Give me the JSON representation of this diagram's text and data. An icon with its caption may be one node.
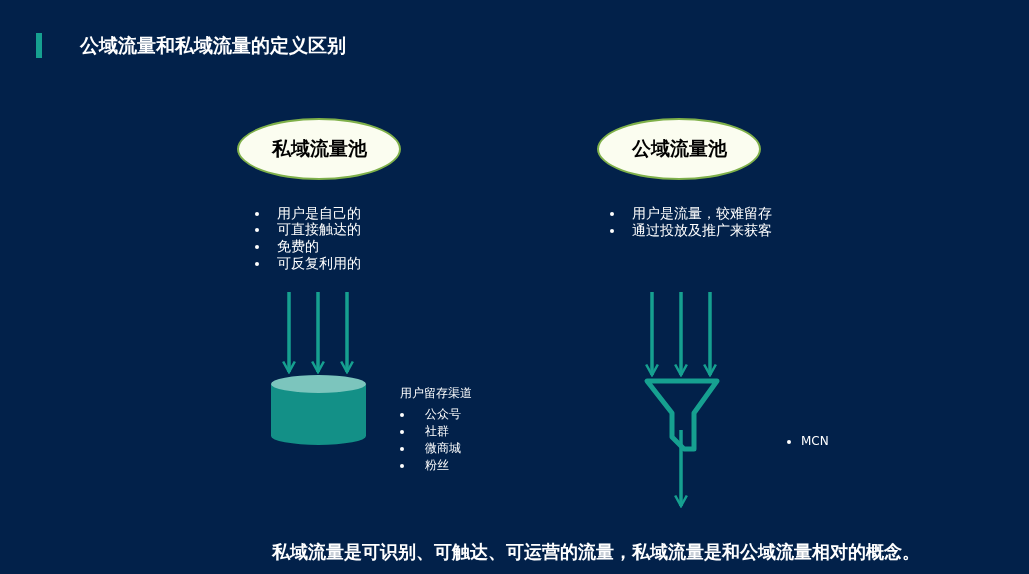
{
  "diagram": {
    "title": "公域流量和私域流量的定义区别",
    "caption": "私域流量是可识别、可触达、可运营的流量，私域流量是和公域流量相对的概念。",
    "nodes": [
      {
        "text": [
          "私域流量池"
        ]
      },
      {
        "text": [
          "公域流量池"
        ]
      },
      {
        "text": [],
        "shape": "cylinder"
      },
      {
        "text": [],
        "shape": "funnel"
      }
    ],
    "edges": [
      {
        "from": null,
        "to": 2,
        "arrow": "to"
      },
      {
        "from": null,
        "to": 2,
        "arrow": "to"
      },
      {
        "from": null,
        "to": 2,
        "arrow": "to"
      },
      {
        "from": null,
        "to": 3,
        "arrow": "to"
      },
      {
        "from": null,
        "to": 3,
        "arrow": "to"
      },
      {
        "from": null,
        "to": 3,
        "arrow": "to"
      },
      {
        "from": 3,
        "to": null,
        "arrow": "to"
      }
    ],
    "labels": [
      "用户是自己的",
      "可直接触达的",
      "免费的",
      "可反复利用的",
      "用户是流量，较难留存",
      "通过投放及推广来获客",
      "用户留存渠道",
      "公众号",
      "社群",
      "微商城",
      "粉丝",
      "MCN"
    ]
  }
}
